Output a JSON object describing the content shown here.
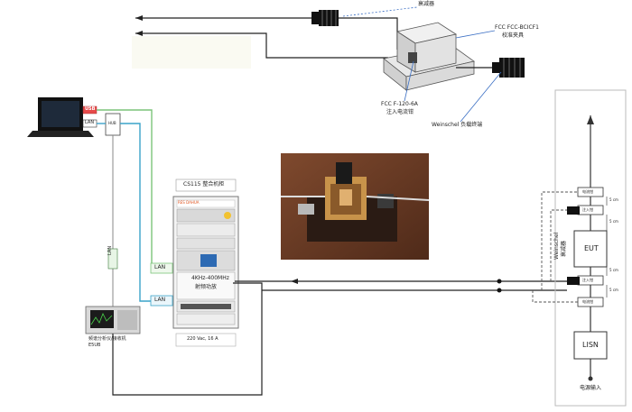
{
  "labels": {
    "coupling_clamp": "衰减器",
    "clamp_title_1": "FCC FCC-BCICF1",
    "clamp_title_2": "校准夹具",
    "injection_clamp_1": "FCC F-120-6A",
    "injection_clamp_2": "注入电流钳",
    "load_label": "Weinschel 负载终端",
    "usb": "USB",
    "lan_pc": "LAN",
    "hub": "HUB",
    "lan_scope": "LAN",
    "lan_rack_top": "LAN",
    "lan_rack_bottom": "LAN",
    "rack_title": "CS115 整合机柜",
    "rack_brand": "RES DAHUA",
    "rack_panel_1": "4KHz-400MHz",
    "rack_panel_2": "射频功放",
    "rack_power": "220 Vac, 16 A",
    "analyzer_1": "频谱分析仪/接收机",
    "analyzer_2": "E5UB",
    "attenuator_label_1": "Weinschel",
    "attenuator_label_2": "衰减器",
    "eut": "EUT",
    "lisn": "LISN",
    "power_input": "电源输入",
    "dim_top": "5 cm",
    "dim_2": "5 cm",
    "dim_3": "5 cm",
    "dim_4": "5 cm",
    "probe_1": "电流钳",
    "probe_2": "注入钳",
    "probe_3": "注入钳",
    "probe_4": "电流钳"
  },
  "colors": {
    "usb_line": "#7cc47a",
    "lan_line": "#3aa3c9",
    "cable": "#222222",
    "dashed": "#3b6fc4",
    "rack_stripe": "#e0531d"
  }
}
